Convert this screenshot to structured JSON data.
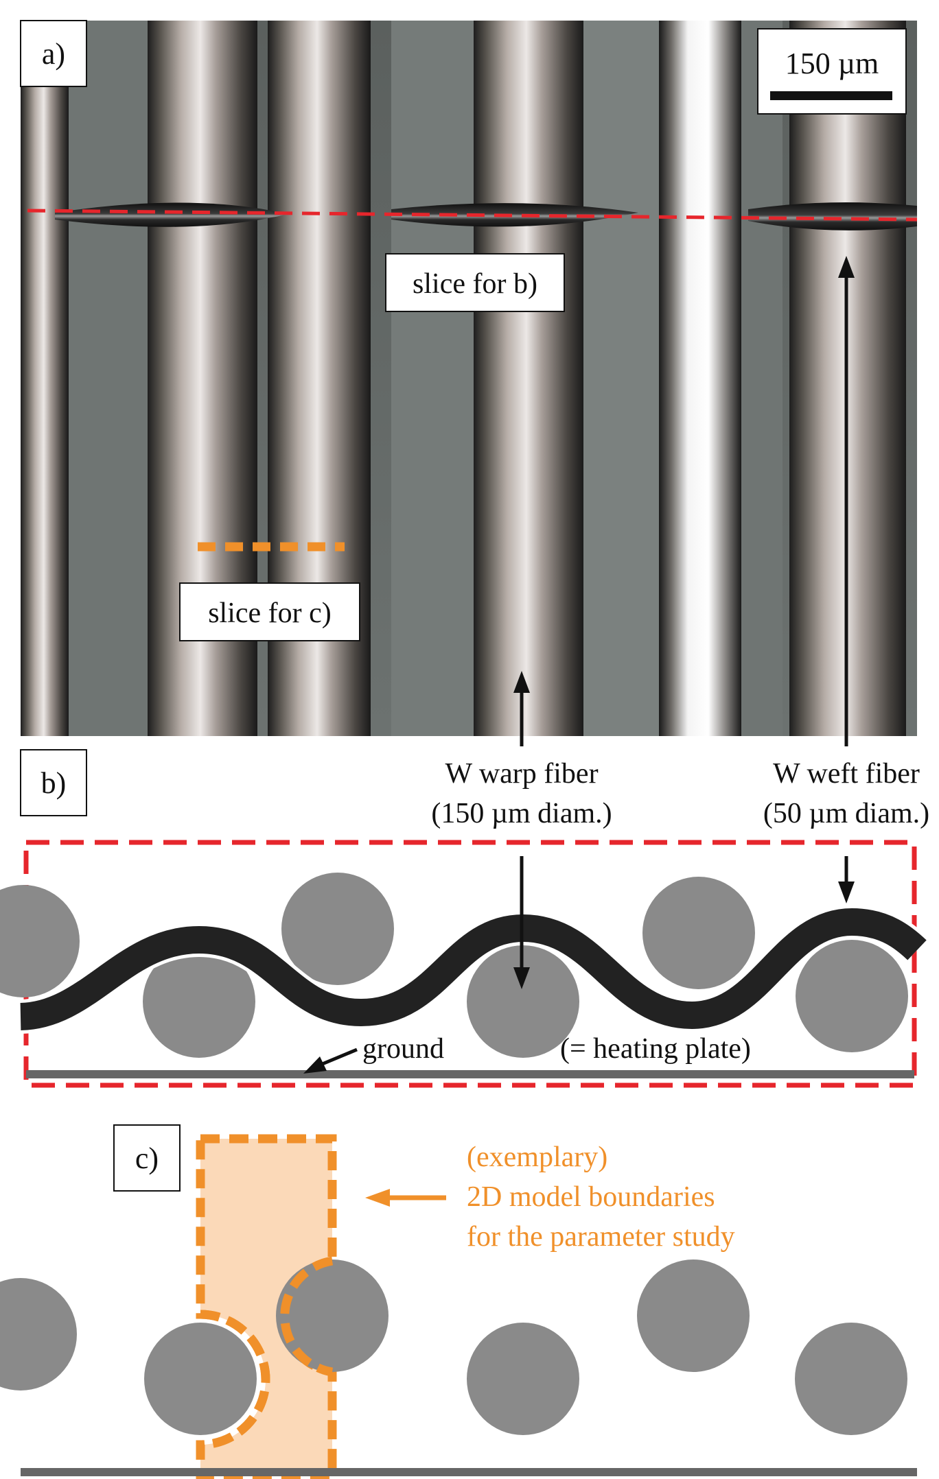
{
  "panel_a": {
    "label": "a)",
    "scale_bar": "150 µm",
    "slice_b_label": "slice for b)",
    "slice_c_label": "slice for c)",
    "warp_fiber_line1": "W warp fiber",
    "warp_fiber_line2": "(150 µm diam.)",
    "weft_fiber_line1": "W weft fiber",
    "weft_fiber_line2": "(50 µm diam.)"
  },
  "panel_b": {
    "label": "b)",
    "ground_label": "ground",
    "heating_label": "(= heating plate)"
  },
  "panel_c": {
    "label": "c)",
    "annotation_line1": "(exemplary)",
    "annotation_line2": "2D model boundaries",
    "annotation_line3": "for the parameter study"
  },
  "colors": {
    "fiber_gray": "#8a8a8a",
    "weft_black": "#222222",
    "red_dash": "#e6262c",
    "orange": "#f0902a",
    "orange_fill": "#fbd9b8",
    "ground_gray": "#666666"
  }
}
